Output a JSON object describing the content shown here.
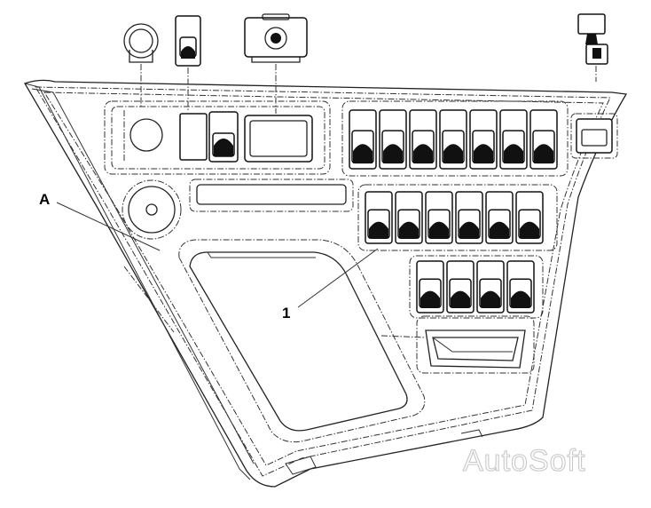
{
  "callouts": {
    "a": "A",
    "one": "1"
  },
  "watermark": "AutoSoft",
  "switch_rows": [
    {
      "name": "row-1",
      "count": 7
    },
    {
      "name": "row-2",
      "count": 6
    },
    {
      "name": "row-3",
      "count": 4
    }
  ]
}
